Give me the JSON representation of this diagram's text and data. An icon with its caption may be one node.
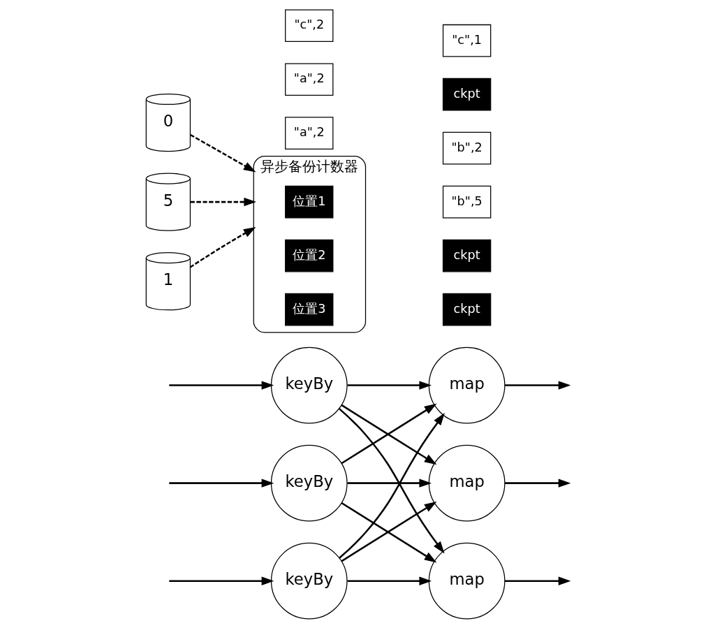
{
  "diagram": {
    "nodes": [
      {
        "text": [
          "keyBy"
        ]
      },
      {
        "text": [
          "keyBy"
        ]
      },
      {
        "text": [
          "keyBy"
        ]
      },
      {
        "text": [
          "map"
        ]
      },
      {
        "text": [
          "map"
        ]
      },
      {
        "text": [
          "map"
        ]
      },
      {
        "text": [
          "0"
        ]
      },
      {
        "text": [
          "5"
        ]
      },
      {
        "text": [
          "1"
        ]
      },
      {
        "text": [
          "异步备份计数器"
        ]
      },
      {
        "text": [
          "位置1"
        ],
        "in": 9
      },
      {
        "text": [
          "位置2"
        ],
        "in": 9
      },
      {
        "text": [
          "位置3"
        ],
        "in": 9
      },
      {
        "text": [
          "\"a\",2"
        ]
      },
      {
        "text": [
          "ckpt"
        ]
      },
      {
        "text": [
          "\"a\",2"
        ]
      },
      {
        "text": [
          "ckpt"
        ]
      },
      {
        "text": [
          "\"b\",5"
        ]
      },
      {
        "text": [
          "\"b\",2"
        ]
      },
      {
        "text": [
          "\"c\",2"
        ]
      },
      {
        "text": [
          "ckpt"
        ]
      },
      {
        "text": [
          "\"c\",1"
        ]
      }
    ],
    "edges": [
      {
        "from": null,
        "to": 0,
        "arrow": "to"
      },
      {
        "from": null,
        "to": 1,
        "arrow": "to"
      },
      {
        "from": null,
        "to": 2,
        "arrow": "to"
      },
      {
        "from": 0,
        "to": 3,
        "arrow": "to"
      },
      {
        "from": 0,
        "to": 4,
        "arrow": "to"
      },
      {
        "from": 0,
        "to": 5,
        "arrow": "to"
      },
      {
        "from": 1,
        "to": 3,
        "arrow": "to"
      },
      {
        "from": 1,
        "to": 4,
        "arrow": "to"
      },
      {
        "from": 1,
        "to": 5,
        "arrow": "to"
      },
      {
        "from": 2,
        "to": 3,
        "arrow": "to"
      },
      {
        "from": 2,
        "to": 4,
        "arrow": "to"
      },
      {
        "from": 2,
        "to": 5,
        "arrow": "to"
      },
      {
        "from": 3,
        "to": null,
        "arrow": "to"
      },
      {
        "from": 4,
        "to": null,
        "arrow": "to"
      },
      {
        "from": 5,
        "to": null,
        "arrow": "to"
      },
      {
        "from": 6,
        "to": 9,
        "arrow": "to",
        "style": "dashed"
      },
      {
        "from": 7,
        "to": 9,
        "arrow": "to",
        "style": "dashed"
      },
      {
        "from": 8,
        "to": 9,
        "arrow": "to",
        "style": "dashed"
      }
    ]
  }
}
